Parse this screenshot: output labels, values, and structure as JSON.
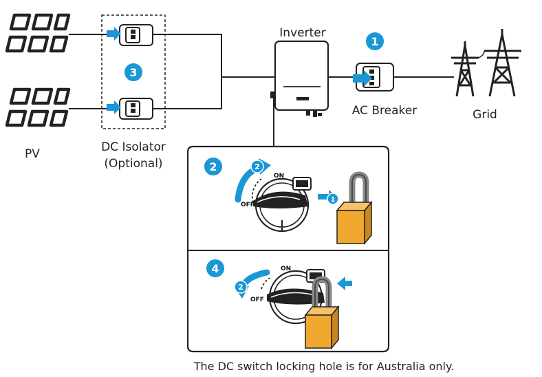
{
  "labels": {
    "pv": "PV",
    "dc_isolator": "DC Isolator",
    "dc_isolator_note": "(Optional)",
    "inverter": "Inverter",
    "ac_breaker": "AC Breaker",
    "grid": "Grid",
    "footnote": "The DC switch locking hole is for Australia only."
  },
  "steps": {
    "ac_breaker": "1",
    "switch_turn": "2",
    "dc_isolator": "3",
    "switch_return": "4",
    "lock_insert": "1"
  },
  "switch": {
    "on": "ON",
    "off": "OFF"
  },
  "colors": {
    "accent": "#1a97d5",
    "lock": "#f0a830",
    "line": "#222222"
  },
  "icons": {
    "pv_panel": "solar-panel-icon",
    "breaker": "breaker-icon",
    "tower": "pylon-icon",
    "padlock": "padlock-icon"
  }
}
